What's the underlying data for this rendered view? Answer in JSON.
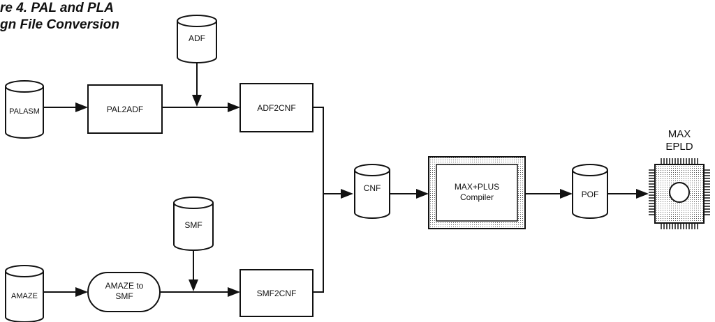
{
  "caption": {
    "line1": "re 4. PAL and PLA",
    "line2": "gn File Conversion"
  },
  "nodes": {
    "adf": "ADF",
    "palasm": "PALASM",
    "pal2adf": "PAL2ADF",
    "adf2cnf": "ADF2CNF",
    "smf": "SMF",
    "amaze": "AMAZE",
    "amaze_to_smf_line1": "AMAZE to",
    "amaze_to_smf_line2": "SMF",
    "smf2cnf": "SMF2CNF",
    "cnf": "CNF",
    "compiler_line1": "MAX+PLUS",
    "compiler_line2": "Compiler",
    "pof": "POF",
    "epld_line1": "MAX",
    "epld_line2": "EPLD"
  }
}
